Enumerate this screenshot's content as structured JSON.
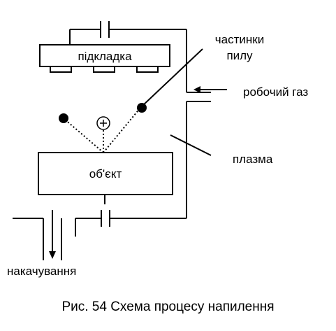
{
  "diagram": {
    "substrate_label": "підкладка",
    "object_label": "обʹєкт",
    "dust_particles_label_line1": "частинки",
    "dust_particles_label_line2": "пилу",
    "working_gas_label": "робочий газ",
    "plasma_label": "плазма",
    "pumping_label": "накачування",
    "ion_symbol": "+"
  },
  "caption": "Рис. 54 Схема процесу напилення"
}
